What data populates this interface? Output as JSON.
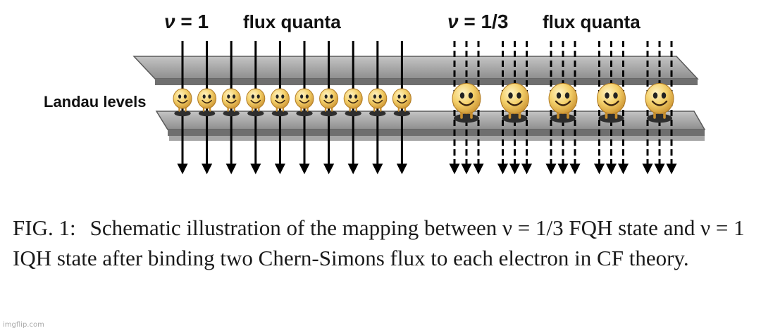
{
  "figure": {
    "left_title": {
      "nu": "ν",
      "rest": " = 1"
    },
    "left_subtitle": "flux quanta",
    "right_title": {
      "nu": "ν",
      "rest": " = 1/3"
    },
    "right_subtitle": "flux quanta",
    "landau_label": "Landau levels",
    "left_electron_count": 10,
    "left_flux_per_electron": 1,
    "right_electron_count": 5,
    "right_flux_per_electron": 3,
    "colors": {
      "plate": "#a3a3a3",
      "plate_edge": "#5a5a5a",
      "arrow": "#000000",
      "electron": "#f4d06a",
      "electron_shade": "#d9a640"
    }
  },
  "caption": {
    "label": "FIG. 1:",
    "text": "Schematic illustration of the mapping between ν = 1/3 FQH state and ν = 1 IQH state after binding two Chern-Simons flux to each electron in CF theory."
  },
  "watermark": "imgflip.com"
}
